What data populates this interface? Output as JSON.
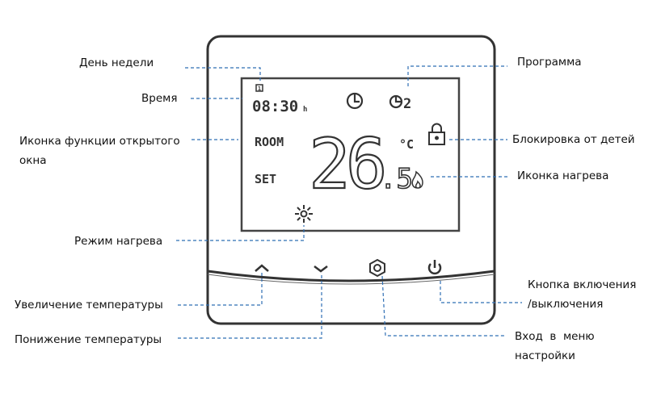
{
  "display": {
    "time": "08:30",
    "time_unit": "h",
    "day_indicator": "1",
    "program": "2",
    "room_label": "ROOM",
    "set_label": "SET",
    "temperature_main": "26",
    "temperature_decimal": ".5",
    "unit": "°C"
  },
  "labels": {
    "day_of_week": "День недели",
    "time": "Время",
    "open_window_1": "Иконка функции открытого",
    "open_window_2": "окна",
    "heating_mode": "Режим нагрева",
    "temp_up": "Увеличение температуры",
    "temp_down": "Понижение температуры",
    "program": "Программа",
    "child_lock": "Блокировка от детей",
    "heating_icon": "Иконка нагрева",
    "power_1": "Кнопка включения",
    "power_2": "/выключения",
    "menu_1": "Вход  в  меню",
    "menu_2": "настройки"
  },
  "colors": {
    "leader": "#2f6fb5",
    "outline": "#333333"
  }
}
